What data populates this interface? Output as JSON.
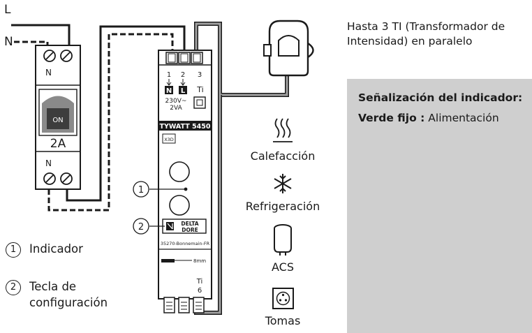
{
  "wires": {
    "line_label": "L",
    "neutral_label": "N"
  },
  "breaker": {
    "top_terminal": "N",
    "handle_label": "ON",
    "rating": "2A",
    "bottom_terminal": "N"
  },
  "module": {
    "terminal_1": "1",
    "terminal_2": "2",
    "terminal_3": "3",
    "badge_n": "N",
    "badge_l": "L",
    "ti_label": "Ti",
    "voltage": "230V~",
    "power": "2VA",
    "model": "TYWATT 5450",
    "mark": "X3D",
    "brand_line1": "DELTA",
    "brand_line2": "DORE",
    "address": "35270-Bonnemain-FR",
    "strip_length": "8mm",
    "ti_bottom_label": "Ti",
    "ti_bottom_number": "6"
  },
  "callouts": {
    "one": "1",
    "two": "2"
  },
  "clamp_note": {
    "line1": "Hasta 3 TI (Transformador de",
    "line2": "Intensidad) en paralelo"
  },
  "usages": [
    "Calefacción",
    "Refrigeración",
    "ACS",
    "Tomas"
  ],
  "status": {
    "title": "Señalización del indicador:",
    "line_bold": "Verde fijo :",
    "line_text": " Alimentación"
  },
  "legend": [
    {
      "number": "1",
      "label_line1": "Indicador"
    },
    {
      "number": "2",
      "label_line1": "Tecla de",
      "label_line2": "configuración"
    }
  ]
}
